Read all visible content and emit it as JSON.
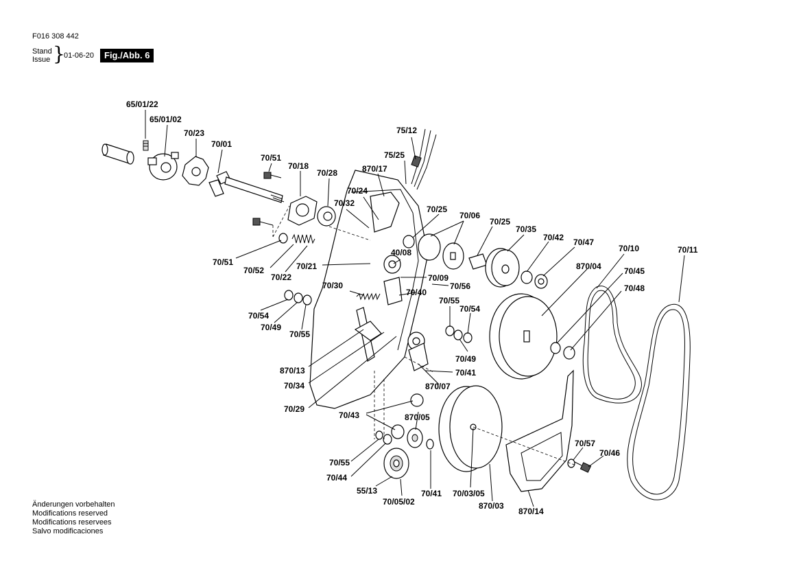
{
  "header": {
    "doc_number": "F016 308 442",
    "stand_label": "Stand",
    "issue_label": "Issue",
    "brace": "}",
    "issue_date": "01-06-20",
    "figure_badge": "Fig./Abb. 6"
  },
  "footer": {
    "lines": [
      "Änderungen vorbehalten",
      "Modifications reserved",
      "Modifications reservees",
      "Salvo modificaciones"
    ]
  },
  "callouts": [
    "65/01/22",
    "65/01/02",
    "70/23",
    "70/01",
    "70/51",
    "70/18",
    "70/28",
    "75/12",
    "75/25",
    "870/17",
    "70/24",
    "70/32",
    "70/25",
    "70/06",
    "70/25",
    "70/35",
    "70/42",
    "70/47",
    "70/10",
    "70/11",
    "70/51",
    "70/52",
    "70/22",
    "70/21",
    "40/08",
    "870/04",
    "70/45",
    "70/48",
    "70/09",
    "70/56",
    "70/30",
    "70/40",
    "70/55",
    "70/54",
    "70/54",
    "70/49",
    "70/55",
    "70/49",
    "870/13",
    "70/41",
    "70/34",
    "870/07",
    "70/29",
    "70/43",
    "870/05",
    "70/57",
    "70/46",
    "70/55",
    "70/44",
    "55/13",
    "70/05/02",
    "70/41",
    "70/03/05",
    "870/03",
    "870/14"
  ]
}
